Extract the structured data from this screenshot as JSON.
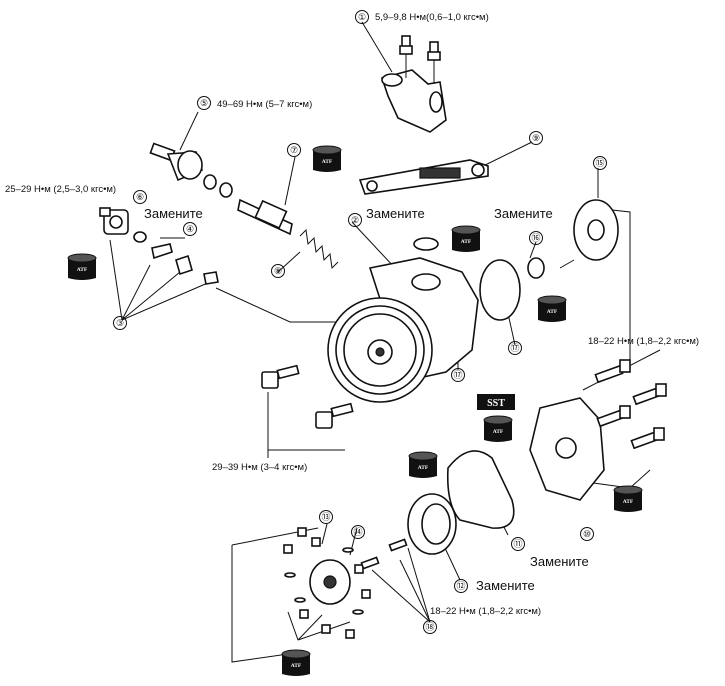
{
  "callouts": {
    "c1": "①",
    "c2": "②",
    "c3": "③",
    "c4": "④",
    "c5": "⑤",
    "c6": "⑥",
    "c7": "⑦",
    "c8": "⑧",
    "c9": "⑨",
    "c10": "⑩",
    "c11": "⑪",
    "c12": "⑫",
    "c13": "⑬",
    "c14": "⑭",
    "c15": "⑮",
    "c16": "⑯",
    "c17a": "⑰",
    "c17b": "⑰",
    "c18": "⑱"
  },
  "torque": {
    "t1": "5,9–9,8 Н•м(0,6–1,0 кгс•м)",
    "t5": "49–69 Н•м (5–7 кгс•м)",
    "t3": "25–29 Н•м (2,5–3,0 кгс•м)",
    "t10": "18–22 Н•м (1,8–2,2 кгс•м)",
    "tbolts": "29–39 Н•м (3–4 кгс•м)",
    "t18": "18–22 Н•м (1,8–2,2 кгс•м)"
  },
  "replace": {
    "r6": "Замените",
    "r2": "Замените",
    "r16": "Замените",
    "r11": "Замените",
    "r12": "Замените"
  },
  "badges": {
    "atf": "ATF",
    "sst": "SST"
  }
}
